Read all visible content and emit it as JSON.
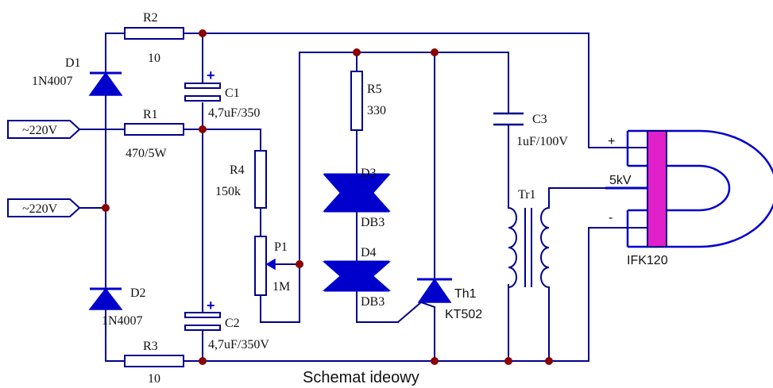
{
  "caption": "Schemat ideowy",
  "inputs": [
    {
      "label": "~220V"
    },
    {
      "label": "~220V"
    }
  ],
  "components": {
    "R2": {
      "ref": "R2",
      "value": "10"
    },
    "R1": {
      "ref": "R1",
      "value": "470/5W"
    },
    "R3": {
      "ref": "R3",
      "value": "10"
    },
    "R4": {
      "ref": "R4",
      "value": "150k"
    },
    "R5": {
      "ref": "R5",
      "value": "330"
    },
    "P1": {
      "ref": "P1",
      "value": "1M"
    },
    "D1": {
      "ref": "D1",
      "value": "1N4007"
    },
    "D2": {
      "ref": "D2",
      "value": "1N4007"
    },
    "D3": {
      "ref": "D3",
      "value": "DB3"
    },
    "D4": {
      "ref": "D4",
      "value": "DB3"
    },
    "C1": {
      "ref": "C1",
      "value": "4,7uF/350"
    },
    "C2": {
      "ref": "C2",
      "value": "4,7uF/350V"
    },
    "C3": {
      "ref": "C3",
      "value": "1uF/100V"
    },
    "Th1": {
      "ref": "Th1",
      "value": "KT502"
    },
    "Tr1": {
      "ref": "Tr1"
    },
    "lamp": {
      "ref": "IFK120",
      "hv_label": "5kV",
      "plus": "+",
      "minus": "-"
    }
  },
  "polarity": {
    "plus": "+"
  },
  "colors": {
    "wire": "#00008b",
    "component": "#0000cd",
    "junction": "#8b0000",
    "lamp_body": "#e020c8"
  }
}
